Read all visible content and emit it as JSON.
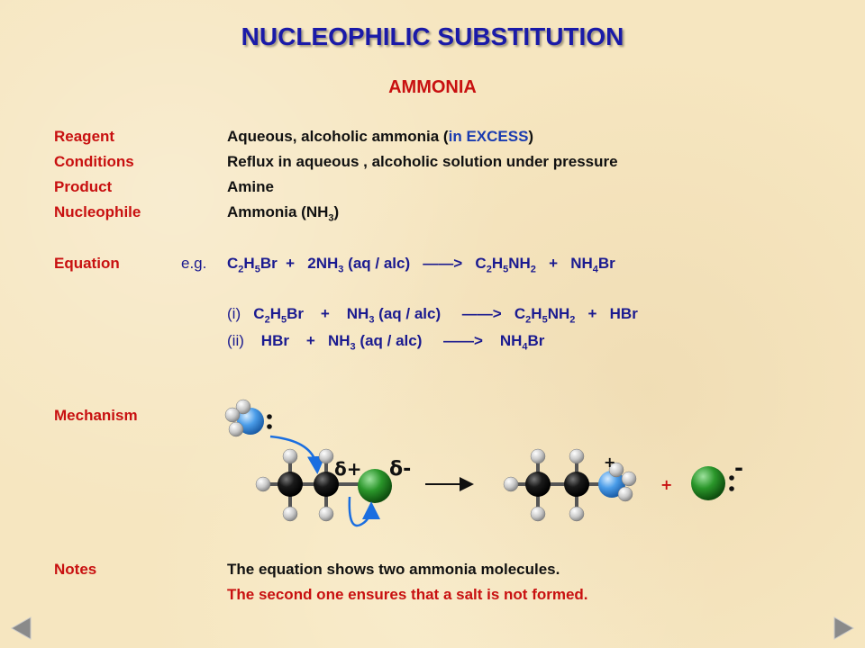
{
  "slide": {
    "title": "NUCLEOPHILIC SUBSTITUTION",
    "subtitle": "AMMONIA"
  },
  "rows": {
    "reagent_label": "Reagent",
    "reagent_pre": "Aqueous, alcoholic ammonia (",
    "reagent_highlight": "in EXCESS",
    "reagent_post": ")",
    "conditions_label": "Conditions",
    "conditions_value": "Reflux in aqueous , alcoholic solution under pressure",
    "product_label": "Product",
    "product_value": "Amine",
    "nucleophile_label": "Nucleophile",
    "nucleophile_value_pre": "Ammonia (NH",
    "nucleophile_value_sub": "3",
    "nucleophile_value_post": ")"
  },
  "equation": {
    "label": "Equation",
    "eg": "e.g.",
    "main": {
      "c": "C",
      "s2": "2",
      "h": "H",
      "s5": "5",
      "br": "Br",
      "plus1": "+",
      "twonh": "2NH",
      "s3": "3",
      "cond": "(aq / alc)",
      "arrow": "——>",
      "prod1_c": "C",
      "prod1_s2": "2",
      "prod1_h": "H",
      "prod1_s5": "5",
      "prod1_nh": "NH",
      "prod1_s2b": "2",
      "plus2": "+",
      "nh": "NH",
      "s4": "4",
      "br2": "Br"
    },
    "step1": {
      "num": "(i)",
      "c": "C",
      "s2": "2",
      "h": "H",
      "s5": "5",
      "br": "Br",
      "plus1": "+",
      "nh": "NH",
      "s3": "3",
      "cond": "(aq / alc)",
      "arrow": "——>",
      "prod_c": "C",
      "prod_s2": "2",
      "prod_h": "H",
      "prod_s5": "5",
      "prod_nh": "NH",
      "prod_s2b": "2",
      "plus2": "+",
      "hbr": "HBr"
    },
    "step2": {
      "num": "(ii)",
      "hbr": "HBr",
      "plus1": "+",
      "nh": "NH",
      "s3": "3",
      "cond": "(aq / alc)",
      "arrow": "——>",
      "nh4": "NH",
      "s4": "4",
      "br": "Br"
    }
  },
  "mechanism": {
    "label": "Mechanism",
    "delta_plus": "δ+",
    "delta_minus": "δ-",
    "product_plus": "+",
    "plus_sign": "+",
    "bromide_minus": "-"
  },
  "notes": {
    "label": "Notes",
    "line1": "The equation shows two ammonia molecules.",
    "line2": "The second one ensures that a salt is not formed."
  },
  "colors": {
    "title": "#1a1aa8",
    "label": "#c81010",
    "carbon": "#111111",
    "hydrogen": "#c0c0c0",
    "nitrogen": "#3c8ce0",
    "bromine": "#1f8a1f"
  },
  "nav": {
    "prev_icon": "triangle-left-icon",
    "next_icon": "triangle-right-icon"
  }
}
